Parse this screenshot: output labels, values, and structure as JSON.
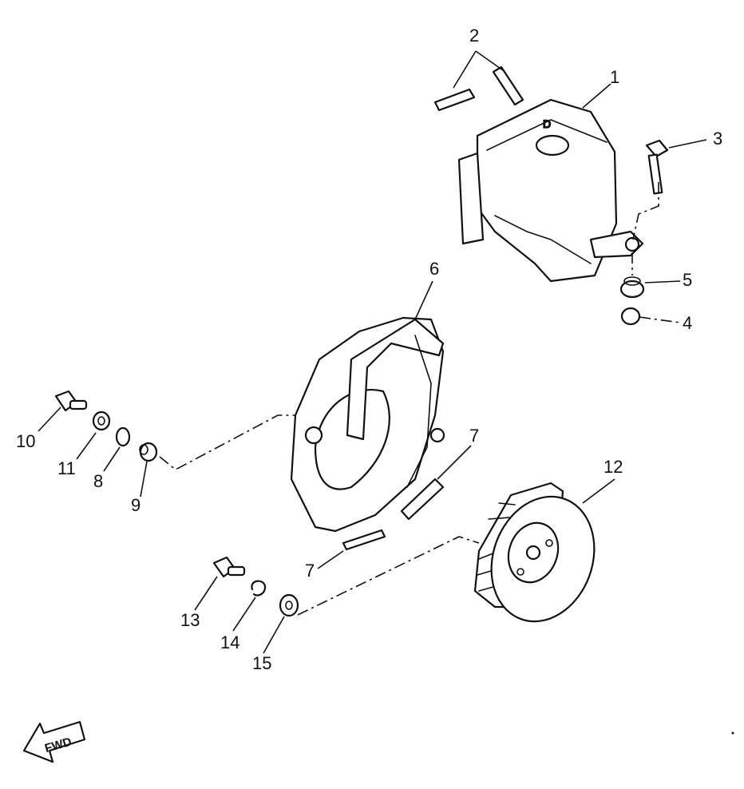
{
  "labels": {
    "1": "1",
    "2": "2",
    "3": "3",
    "4": "4",
    "5": "5",
    "6": "6",
    "7a": "7",
    "7b": "7",
    "8": "8",
    "9": "9",
    "10": "10",
    "11": "11",
    "12": "12",
    "13": "13",
    "14": "14",
    "15": "15"
  },
  "direction_arrow": "FWD"
}
